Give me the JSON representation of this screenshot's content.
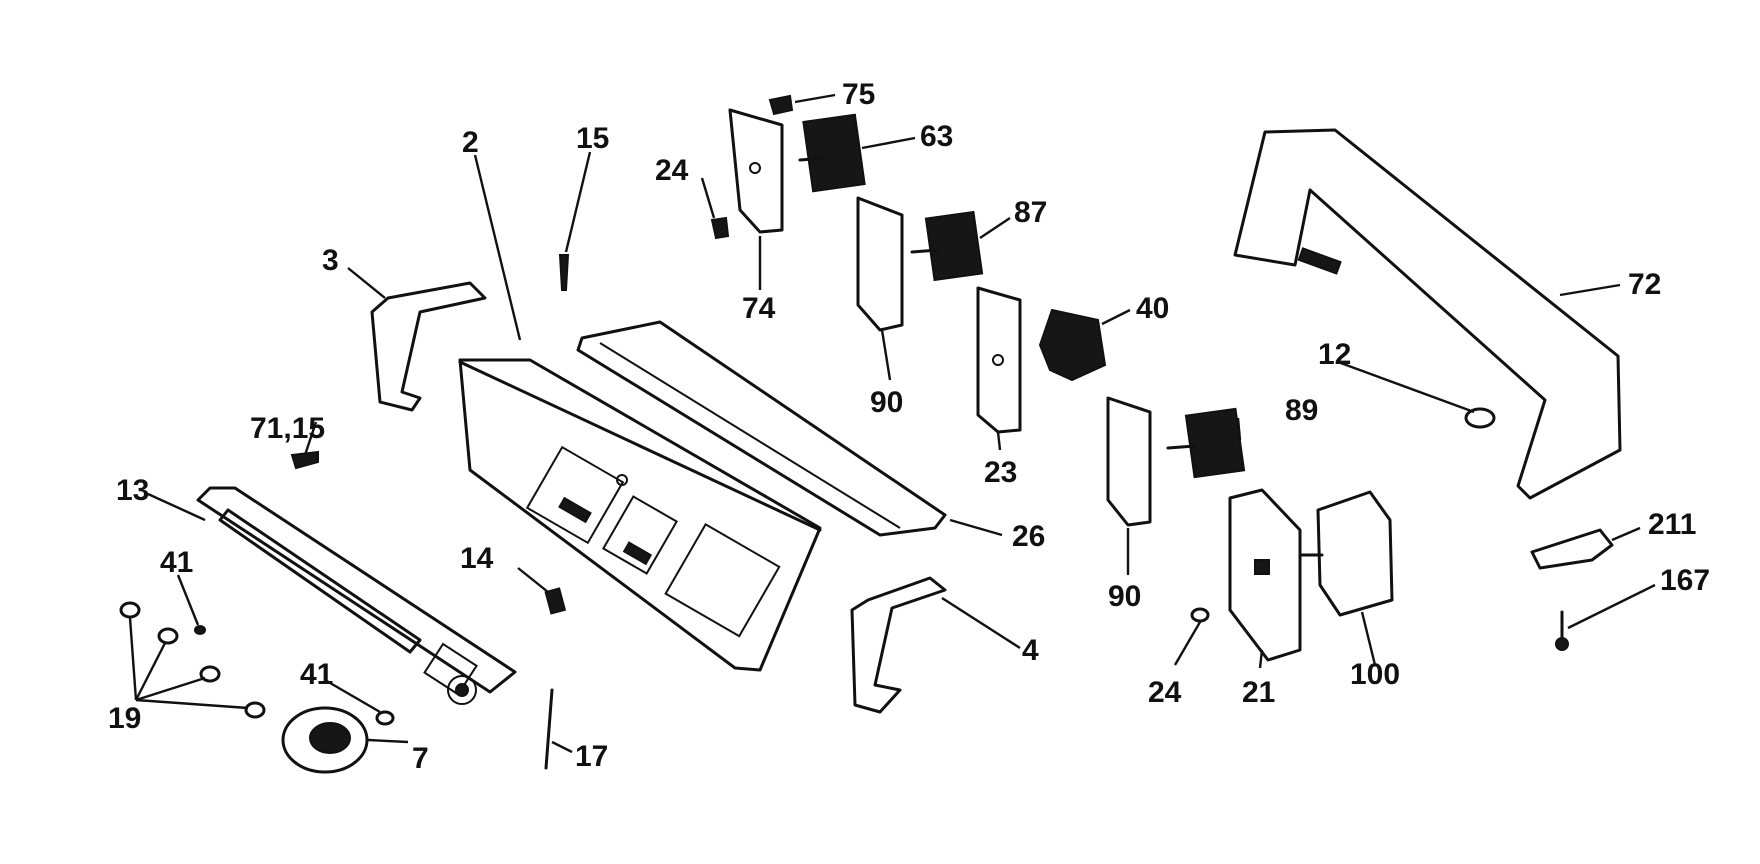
{
  "callouts": {
    "c2": "2",
    "c3": "3",
    "c4": "4",
    "c7": "7",
    "c12": "12",
    "c13": "13",
    "c14": "14",
    "c15": "15",
    "c17": "17",
    "c19": "19",
    "c21": "21",
    "c23": "23",
    "c24a": "24",
    "c24b": "24",
    "c26": "26",
    "c40": "40",
    "c41a": "41",
    "c41b": "41",
    "c63": "63",
    "c71_15": "71,15",
    "c72": "72",
    "c74": "74",
    "c75": "75",
    "c87": "87",
    "c89": "89",
    "c90a": "90",
    "c90b": "90",
    "c100": "100",
    "c167": "167",
    "c211": "211"
  },
  "colors": {
    "ink": "#111111",
    "paper": "#ffffff"
  }
}
